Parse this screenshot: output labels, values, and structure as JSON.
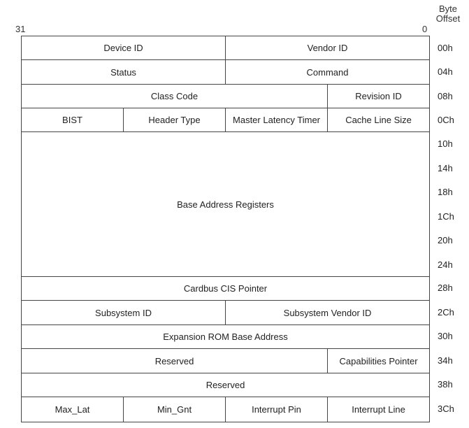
{
  "header": {
    "byte_offset_line1": "Byte",
    "byte_offset_line2": "Offset",
    "bit_high": "31",
    "bit_low": "0"
  },
  "rows": [
    {
      "offset": "00h",
      "cells": [
        "Device ID",
        "Vendor ID"
      ]
    },
    {
      "offset": "04h",
      "cells": [
        "Status",
        "Command"
      ]
    },
    {
      "offset": "08h",
      "cells": [
        "Class Code",
        "Revision ID"
      ]
    },
    {
      "offset": "0Ch",
      "cells": [
        "BIST",
        "Header Type",
        "Master Latency Timer",
        "Cache Line Size"
      ]
    },
    {
      "offset": "10h",
      "cells": [
        "Base Address Registers"
      ]
    },
    {
      "offset": "14h",
      "cells": []
    },
    {
      "offset": "18h",
      "cells": []
    },
    {
      "offset": "1Ch",
      "cells": []
    },
    {
      "offset": "20h",
      "cells": []
    },
    {
      "offset": "24h",
      "cells": []
    },
    {
      "offset": "28h",
      "cells": [
        "Cardbus CIS Pointer"
      ]
    },
    {
      "offset": "2Ch",
      "cells": [
        "Subsystem ID",
        "Subsystem Vendor ID"
      ]
    },
    {
      "offset": "30h",
      "cells": [
        "Expansion ROM Base Address"
      ]
    },
    {
      "offset": "34h",
      "cells": [
        "Reserved",
        "Capabilities Pointer"
      ]
    },
    {
      "offset": "38h",
      "cells": [
        "Reserved"
      ]
    },
    {
      "offset": "3Ch",
      "cells": [
        "Max_Lat",
        "Min_Gnt",
        "Interrupt Pin",
        "Interrupt Line"
      ]
    }
  ]
}
